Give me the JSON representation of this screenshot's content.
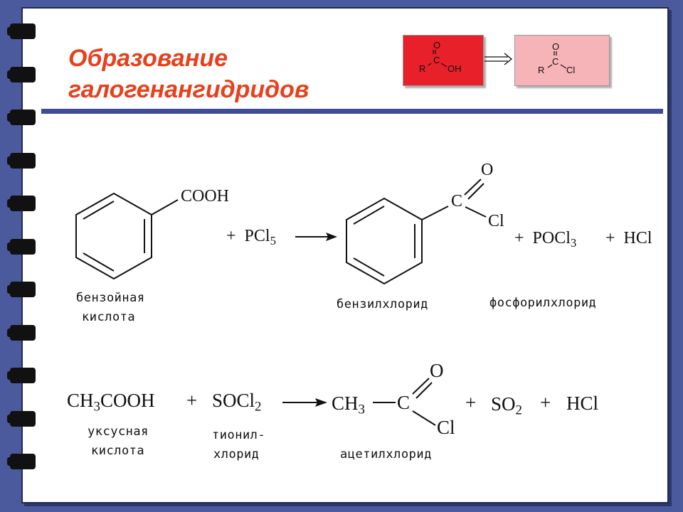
{
  "title": {
    "line1": "Образование",
    "line2": "галогенангидридов"
  },
  "scheme_top": {
    "acid": {
      "o": "O",
      "c": "C",
      "r": "R",
      "oh": "OH"
    },
    "halide": {
      "o": "O",
      "c": "C",
      "r": "R",
      "cl": "Cl"
    }
  },
  "reaction1": {
    "reactant_group": "COOH",
    "reagent_plus": "+",
    "reagent_main": "PCl",
    "reagent_sub": "5",
    "product_c": "C",
    "product_o": "O",
    "product_cl": "Cl",
    "byproduct1_plus": "+",
    "byproduct1_main": "POCl",
    "byproduct1_sub": "3",
    "byproduct2_plus": "+",
    "byproduct2": "HCl",
    "label_reactant_line1": "бензойная",
    "label_reactant_line2": "кислота",
    "label_product": "бензилхлорид",
    "label_byproduct": "фосфорилхлорид"
  },
  "reaction2": {
    "reactant_ch": "CH",
    "reactant_sub": "3",
    "reactant_rest": "COOH",
    "plus1": "+",
    "reagent_main": "SOCl",
    "reagent_sub": "2",
    "product_ch": "CH",
    "product_sub": "3",
    "product_c": "C",
    "product_o": "O",
    "product_cl": "Cl",
    "plus2": "+",
    "by1_main": "SO",
    "by1_sub": "2",
    "plus3": "+",
    "by2": "HCl",
    "label_reactant_line1": "уксусная",
    "label_reactant_line2": "кислота",
    "label_reagent_line1": "тионил-",
    "label_reagent_line2": "хлорид",
    "label_product": "ацетилхлорид"
  }
}
